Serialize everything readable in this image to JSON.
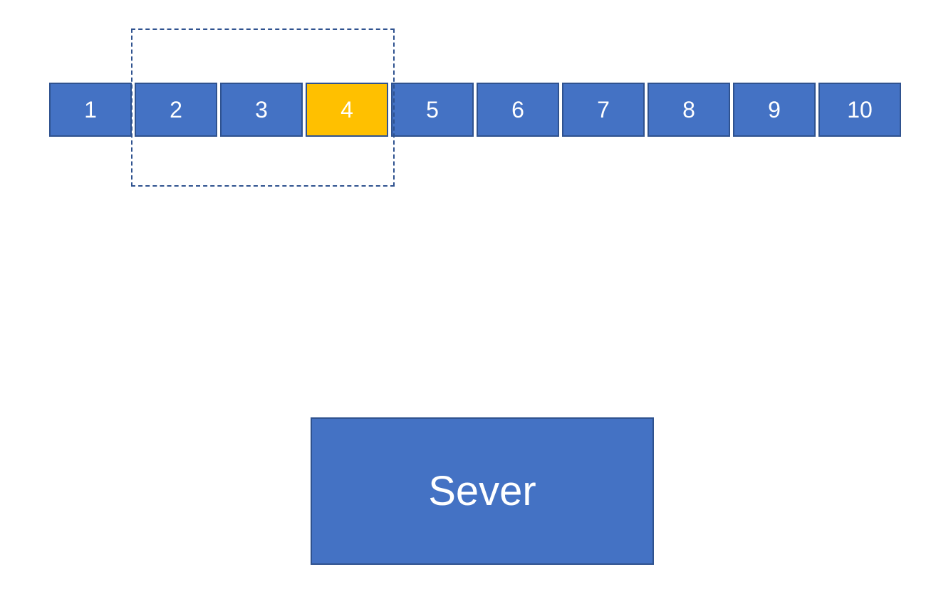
{
  "colors": {
    "cell_fill": "#4472c4",
    "cell_border": "#2f528f",
    "highlight_fill": "#ffc000",
    "text": "#ffffff",
    "window_border": "#2f528f"
  },
  "cells": [
    {
      "label": "1",
      "highlighted": false
    },
    {
      "label": "2",
      "highlighted": false
    },
    {
      "label": "3",
      "highlighted": false
    },
    {
      "label": "4",
      "highlighted": true
    },
    {
      "label": "5",
      "highlighted": false
    },
    {
      "label": "6",
      "highlighted": false
    },
    {
      "label": "7",
      "highlighted": false
    },
    {
      "label": "8",
      "highlighted": false
    },
    {
      "label": "9",
      "highlighted": false
    },
    {
      "label": "10",
      "highlighted": false
    }
  ],
  "server": {
    "label": "Sever"
  }
}
